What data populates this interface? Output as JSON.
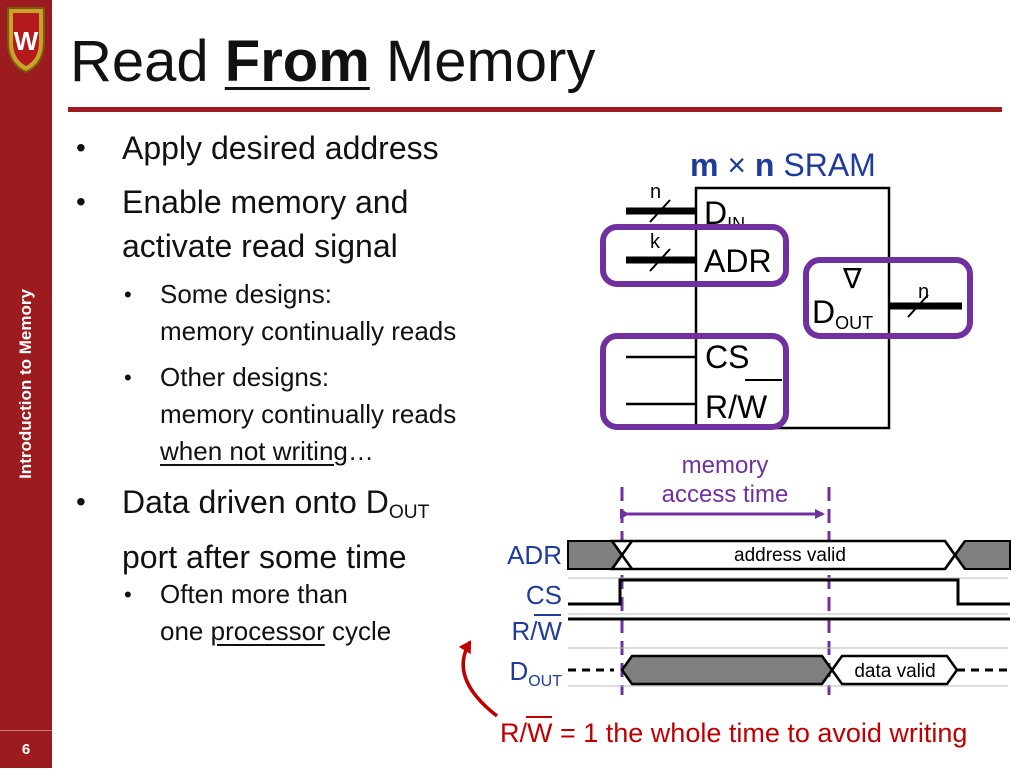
{
  "sidebar": {
    "section_title": "Introduction to Memory",
    "page_number": "6",
    "crest_letter": "W"
  },
  "title": {
    "pre": "Read ",
    "bold": "From",
    "post": " Memory"
  },
  "bullets": {
    "b1": "Apply desired address",
    "b2_line1": "Enable memory and",
    "b2_line2": "activate read signal",
    "s1_line1": "Some designs:",
    "s1_line2": "memory continually reads",
    "s2_line1": "Other designs:",
    "s2_line2": "memory continually reads",
    "s2_line3_ul": "when not writing",
    "s2_line3_rest": "…",
    "b3_line1_pre": "Data driven onto D",
    "b3_line1_sub": "OUT",
    "b3_line2": "port after some time",
    "s3_line1": "Often more than",
    "s3_line2_pre": "one ",
    "s3_line2_ul": "processor",
    "s3_line2_post": " cycle"
  },
  "sram": {
    "title_m": "m",
    "title_times": " × ",
    "title_n": "n",
    "title_rest": " SRAM",
    "din": "D",
    "din_sub": "IN",
    "adr": "ADR",
    "dout": "D",
    "dout_sub": "OUT",
    "cs": "CS",
    "rw": "R/W",
    "width_n_in": "n",
    "width_k": "k",
    "width_n_out": "n",
    "clock_symbol": "∇"
  },
  "timing": {
    "access_label_1": "memory",
    "access_label_2": "access time",
    "sig_adr": "ADR",
    "sig_cs": "CS",
    "sig_rw": "R/W",
    "sig_dout": "D",
    "sig_dout_sub": "OUT",
    "address_valid": "address valid",
    "data_valid": "data valid",
    "note": "R/W = 1 the whole time to avoid writing"
  },
  "colors": {
    "accent": "#9b1b1e",
    "purple": "#7030a0",
    "blue": "#1f3c9c",
    "red_note": "#c00000",
    "waveform_fill": "#7f7f7f"
  }
}
